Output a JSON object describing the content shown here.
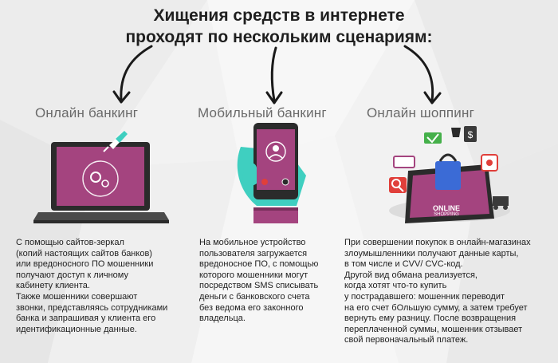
{
  "header": {
    "line1": "Хищения средств в интернете",
    "line2": "проходят по нескольким сценариям:"
  },
  "columns": [
    {
      "title": "Онлайн банкинг",
      "icon": "laptop-icon",
      "lines": [
        "С помощью сайтов-зеркал",
        "(копий настоящих сайтов банков)",
        "или вредоносного ПО мошенники",
        "получают доступ к личному",
        "кабинету клиента.",
        "Также мошенники совершают",
        "звонки, представляясь сотрудниками",
        "банка и запрашивая у клиента его",
        "идентификационные данные."
      ]
    },
    {
      "title": "Мобильный банкинг",
      "icon": "smartphone-icon",
      "lines": [
        "На мобильное устройство",
        "пользователя загружается",
        "вредоносное ПО, с помощью",
        "которого мошенники могут",
        "посредством SMS списывать",
        "деньги с банковского счета",
        "без ведома его законного",
        "владельца."
      ]
    },
    {
      "title": "Онлайн шоппинг",
      "icon": "online-shopping-icon",
      "badge_line1": "ONLINE",
      "badge_line2": "SHOPPING",
      "lines": [
        "При совершении покупок в онлайн-магазинах",
        "злоумышленники получают данные карты,",
        "в том числе и CVV/ CVC-код.",
        "Другой вид обмана реализуется,",
        "когда хотят что-то купить",
        "у пострадавшего: мошенник переводит",
        "на его счет бОльшую сумму, а затем требует",
        "вернуть ему разницу. После возвращения",
        "переплаченной суммы, мошенник отзывает",
        "свой первоначальный платеж."
      ]
    }
  ],
  "colors": {
    "magenta": "#a4447f",
    "teal": "#3fcfc0",
    "dark": "#2b2b2b",
    "red": "#e03f3a",
    "green": "#45b04a"
  }
}
